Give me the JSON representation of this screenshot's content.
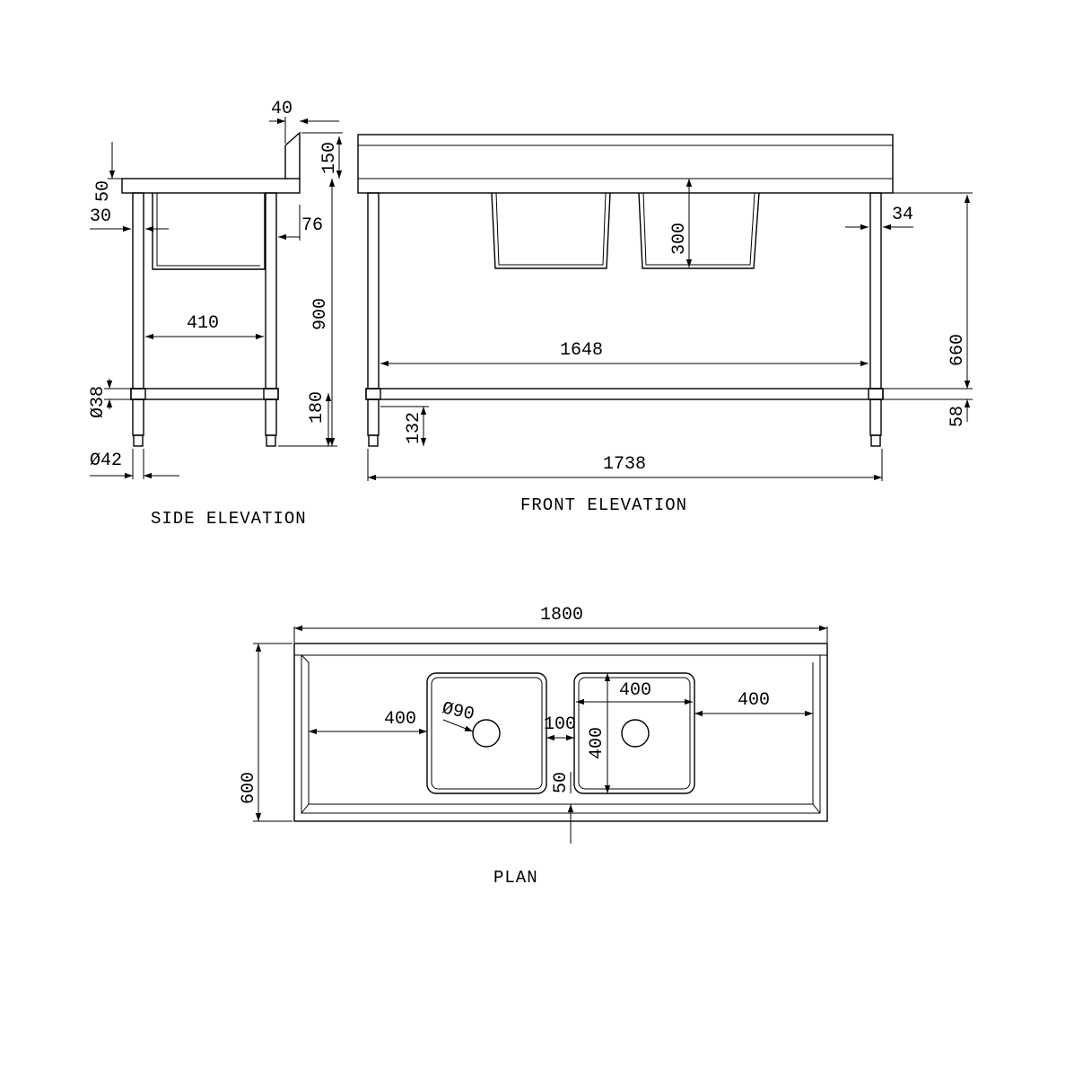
{
  "titles": {
    "side": "SIDE ELEVATION",
    "front": "FRONT ELEVATION",
    "plan": "PLAN"
  },
  "side_dims": {
    "d40": "40",
    "d150": "150",
    "d50": "50",
    "d30": "30",
    "d76": "76",
    "d410": "410",
    "d900": "900",
    "d38": "Ø38",
    "d180": "180",
    "d42": "Ø42"
  },
  "front_dims": {
    "d300": "300",
    "d34": "34",
    "d660": "660",
    "d1648": "1648",
    "d132": "132",
    "d58": "58",
    "d1738": "1738"
  },
  "plan_dims": {
    "d1800": "1800",
    "d600": "600",
    "d400_left": "400",
    "d90": "Ø90",
    "d100": "100",
    "d400_height": "400",
    "d400_bowl": "400",
    "d400_right": "400",
    "d50": "50"
  }
}
